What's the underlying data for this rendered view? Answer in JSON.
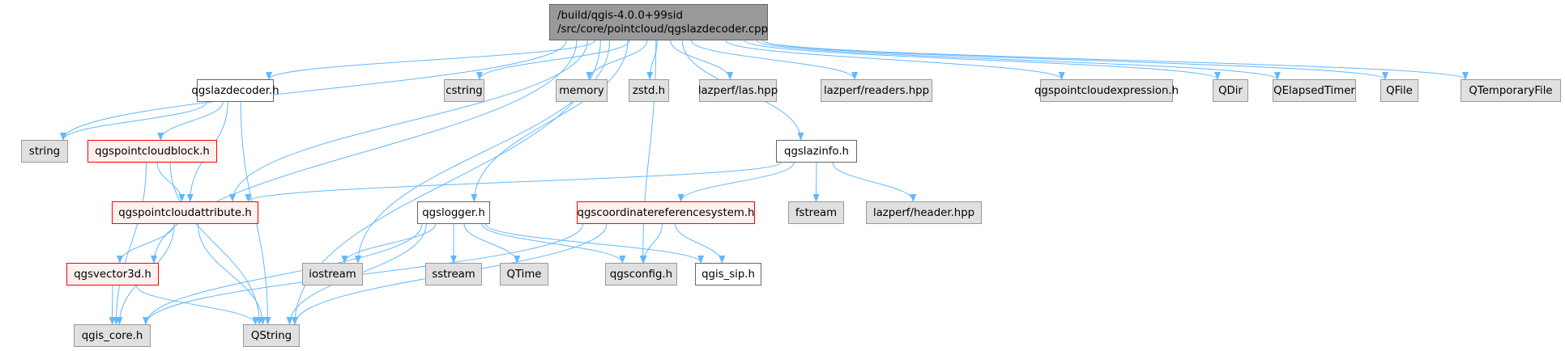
{
  "diagram": {
    "type": "include-dependency-graph",
    "edge_color": "#63b8ff",
    "node_styles": {
      "root": {
        "fill": "#999999",
        "stroke": "#666666"
      },
      "project": {
        "fill": "#ffffff",
        "stroke": "#666666"
      },
      "incomplete": {
        "fill": "#fff0f0",
        "stroke": "#ff0000"
      },
      "system": {
        "fill": "#e0e0e0",
        "stroke": "#999999"
      }
    },
    "root": {
      "id": "root",
      "line1": "/build/qgis-4.0.0+99sid",
      "line2": "/src/core/pointcloud/qgslazdecoder.cpp"
    },
    "nodes": [
      {
        "id": "qgslazdecoder_h",
        "label": "qgslazdecoder.h",
        "style": "project"
      },
      {
        "id": "cstring",
        "label": "cstring",
        "style": "system"
      },
      {
        "id": "memory",
        "label": "memory",
        "style": "system"
      },
      {
        "id": "zstd_h",
        "label": "zstd.h",
        "style": "system"
      },
      {
        "id": "lazperf_las",
        "label": "lazperf/las.hpp",
        "style": "system"
      },
      {
        "id": "lazperf_readers",
        "label": "lazperf/readers.hpp",
        "style": "system"
      },
      {
        "id": "qgspointcloudexpression",
        "label": "qgspointcloudexpression.h",
        "style": "system"
      },
      {
        "id": "QDir",
        "label": "QDir",
        "style": "system"
      },
      {
        "id": "QElapsedTimer",
        "label": "QElapsedTimer",
        "style": "system"
      },
      {
        "id": "QFile",
        "label": "QFile",
        "style": "system"
      },
      {
        "id": "QTemporaryFile",
        "label": "QTemporaryFile",
        "style": "system"
      },
      {
        "id": "string",
        "label": "string",
        "style": "system"
      },
      {
        "id": "qgspointcloudblock",
        "label": "qgspointcloudblock.h",
        "style": "incomplete"
      },
      {
        "id": "qgslazinfo_h",
        "label": "qgslazinfo.h",
        "style": "project"
      },
      {
        "id": "qgspointcloudattribute",
        "label": "qgspointcloudattribute.h",
        "style": "incomplete"
      },
      {
        "id": "qgslogger_h",
        "label": "qgslogger.h",
        "style": "project"
      },
      {
        "id": "qgscrs",
        "label": "qgscoordinatereferencesystem.h",
        "style": "incomplete"
      },
      {
        "id": "fstream",
        "label": "fstream",
        "style": "system"
      },
      {
        "id": "lazperf_header",
        "label": "lazperf/header.hpp",
        "style": "system"
      },
      {
        "id": "qgsvector3d",
        "label": "qgsvector3d.h",
        "style": "incomplete"
      },
      {
        "id": "iostream",
        "label": "iostream",
        "style": "system"
      },
      {
        "id": "sstream",
        "label": "sstream",
        "style": "system"
      },
      {
        "id": "QTime",
        "label": "QTime",
        "style": "system"
      },
      {
        "id": "qgsconfig_h",
        "label": "qgsconfig.h",
        "style": "system"
      },
      {
        "id": "qgis_sip_h",
        "label": "qgis_sip.h",
        "style": "project"
      },
      {
        "id": "qgis_core_h",
        "label": "qgis_core.h",
        "style": "system"
      },
      {
        "id": "QString",
        "label": "QString",
        "style": "system"
      }
    ],
    "edges": [
      [
        "root",
        "qgslazdecoder_h"
      ],
      [
        "root",
        "cstring"
      ],
      [
        "root",
        "memory"
      ],
      [
        "root",
        "zstd_h"
      ],
      [
        "root",
        "lazperf_las"
      ],
      [
        "root",
        "lazperf_readers"
      ],
      [
        "root",
        "qgspointcloudexpression"
      ],
      [
        "root",
        "QDir"
      ],
      [
        "root",
        "QElapsedTimer"
      ],
      [
        "root",
        "QFile"
      ],
      [
        "root",
        "QTemporaryFile"
      ],
      [
        "root",
        "string"
      ],
      [
        "root",
        "qgsvector3d"
      ],
      [
        "root",
        "qgspointcloudattribute"
      ],
      [
        "root",
        "iostream"
      ],
      [
        "root",
        "qgslogger_h"
      ],
      [
        "root",
        "qgsconfig_h"
      ],
      [
        "root",
        "qgslazinfo_h"
      ],
      [
        "root",
        "QString"
      ],
      [
        "qgslazdecoder_h",
        "string"
      ],
      [
        "qgslazdecoder_h",
        "qgspointcloudblock"
      ],
      [
        "qgslazdecoder_h",
        "qgspointcloudattribute"
      ],
      [
        "qgslazdecoder_h",
        "QString"
      ],
      [
        "qgspointcloudblock",
        "qgspointcloudattribute"
      ],
      [
        "qgspointcloudblock",
        "qgis_core_h"
      ],
      [
        "qgspointcloudblock",
        "QString"
      ],
      [
        "qgspointcloudattribute",
        "qgsvector3d"
      ],
      [
        "qgspointcloudattribute",
        "qgis_core_h"
      ],
      [
        "qgspointcloudattribute",
        "QString"
      ],
      [
        "qgsvector3d",
        "qgis_core_h"
      ],
      [
        "qgsvector3d",
        "QString"
      ],
      [
        "qgslazinfo_h",
        "qgspointcloudattribute"
      ],
      [
        "qgslazinfo_h",
        "qgscrs"
      ],
      [
        "qgslazinfo_h",
        "fstream"
      ],
      [
        "qgslazinfo_h",
        "lazperf_header"
      ],
      [
        "qgslogger_h",
        "iostream"
      ],
      [
        "qgslogger_h",
        "sstream"
      ],
      [
        "qgslogger_h",
        "QTime"
      ],
      [
        "qgslogger_h",
        "qgsconfig_h"
      ],
      [
        "qgslogger_h",
        "qgis_sip_h"
      ],
      [
        "qgslogger_h",
        "qgis_core_h"
      ],
      [
        "qgslogger_h",
        "QString"
      ],
      [
        "qgscrs",
        "qgsconfig_h"
      ],
      [
        "qgscrs",
        "qgis_sip_h"
      ],
      [
        "qgscrs",
        "qgis_core_h"
      ],
      [
        "qgscrs",
        "QString"
      ]
    ]
  }
}
